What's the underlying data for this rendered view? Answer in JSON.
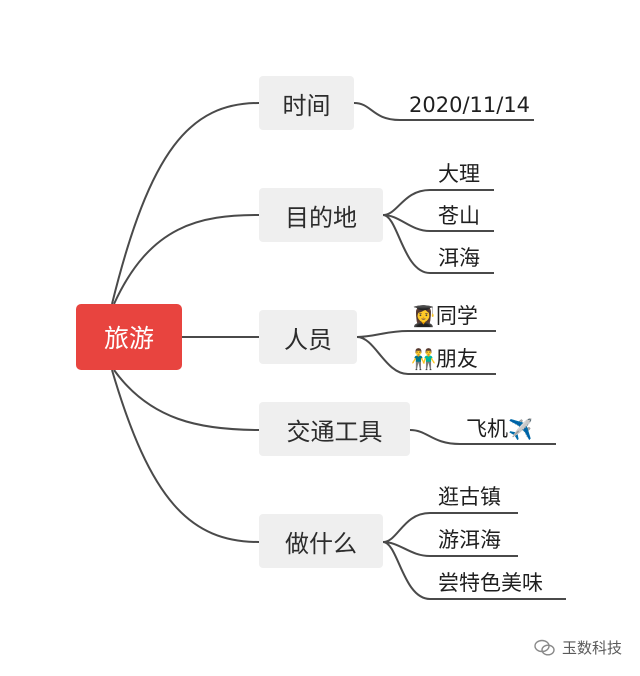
{
  "root": {
    "label": "旅游"
  },
  "branches": [
    {
      "label": "时间",
      "leaves": [
        {
          "text": "2020/11/14"
        }
      ]
    },
    {
      "label": "目的地",
      "leaves": [
        {
          "text": "大理"
        },
        {
          "text": "苍山"
        },
        {
          "text": "洱海"
        }
      ]
    },
    {
      "label": "人员",
      "leaves": [
        {
          "emoji": "👩‍🎓",
          "text": "同学"
        },
        {
          "emoji": "👬",
          "text": "朋友"
        }
      ]
    },
    {
      "label": "交通工具",
      "leaves": [
        {
          "text": "飞机",
          "emoji": "✈️"
        }
      ]
    },
    {
      "label": "做什么",
      "leaves": [
        {
          "text": "逛古镇"
        },
        {
          "text": "游洱海"
        },
        {
          "text": "尝特色美味"
        }
      ]
    }
  ],
  "watermark": {
    "text": "玉数科技"
  },
  "colors": {
    "root": "#e8443f",
    "branch_bg": "#efefef",
    "lines": "#4a4a4a"
  }
}
